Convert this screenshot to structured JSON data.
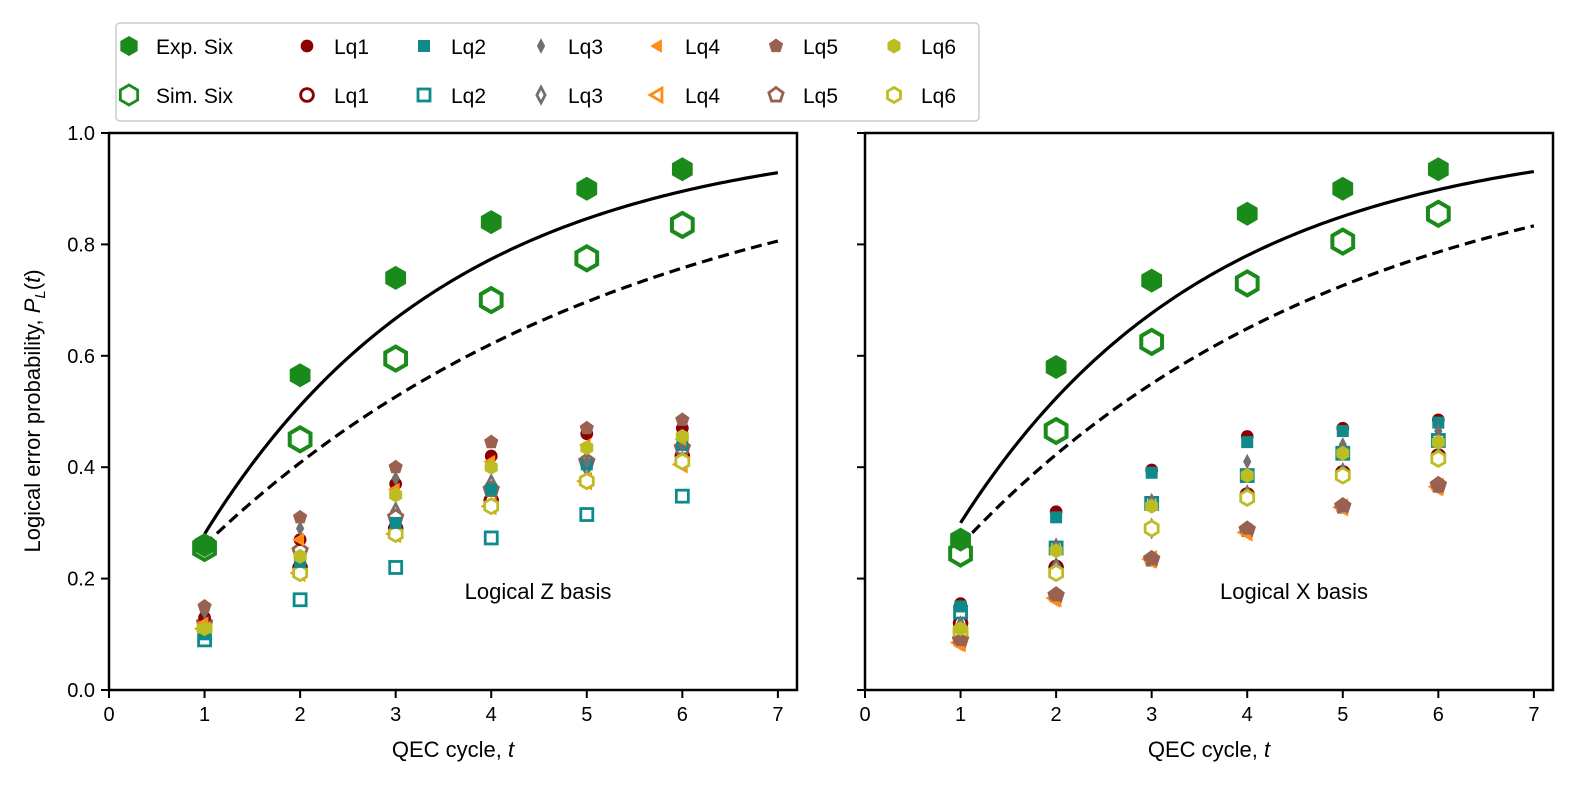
{
  "legend": {
    "location": "upper-left-outside",
    "entries": [
      {
        "label": "Exp. Six",
        "marker": "hexagon",
        "fill": "filled",
        "color": "#1a8a1a"
      },
      {
        "label": "Lq1",
        "marker": "circle",
        "fill": "filled",
        "color": "#8b0000"
      },
      {
        "label": "Lq2",
        "marker": "square",
        "fill": "filled",
        "color": "#0e8a8a"
      },
      {
        "label": "Lq3",
        "marker": "thin-diamond",
        "fill": "filled",
        "color": "#707070"
      },
      {
        "label": "Lq4",
        "marker": "triangle-left",
        "fill": "filled",
        "color": "#ff8c1a"
      },
      {
        "label": "Lq5",
        "marker": "pentagon",
        "fill": "filled",
        "color": "#9a6050"
      },
      {
        "label": "Lq6",
        "marker": "hexagon",
        "fill": "filled",
        "color": "#bcbd22"
      },
      {
        "label": "Sim. Six",
        "marker": "hexagon",
        "fill": "open",
        "color": "#1a8a1a"
      },
      {
        "label": "Lq1",
        "marker": "circle",
        "fill": "open",
        "color": "#8b0000"
      },
      {
        "label": "Lq2",
        "marker": "square",
        "fill": "open",
        "color": "#0e8a8a"
      },
      {
        "label": "Lq3",
        "marker": "thin-diamond",
        "fill": "open",
        "color": "#707070"
      },
      {
        "label": "Lq4",
        "marker": "triangle-left",
        "fill": "open",
        "color": "#ff8c1a"
      },
      {
        "label": "Lq5",
        "marker": "pentagon",
        "fill": "open",
        "color": "#9a6050"
      },
      {
        "label": "Lq6",
        "marker": "hexagon",
        "fill": "open",
        "color": "#bcbd22"
      }
    ]
  },
  "chart_data": [
    {
      "type": "scatter",
      "annotation": "Logical Z basis",
      "xlabel": "QEC cycle, t",
      "ylabel": "Logical error probability, P_L(t)",
      "xlim": [
        0,
        7.2
      ],
      "ylim": [
        0,
        1.0
      ],
      "xticks": [
        0,
        1,
        2,
        3,
        4,
        5,
        6,
        7
      ],
      "yticks": [
        0.0,
        0.2,
        0.4,
        0.6,
        0.8,
        1.0
      ],
      "ytick_labels": [
        "0.0",
        "0.2",
        "0.4",
        "0.6",
        "0.8",
        "1.0"
      ],
      "grid": false,
      "x": [
        1,
        2,
        3,
        4,
        5,
        6
      ],
      "series": [
        {
          "name": "Exp. Six",
          "marker": "hexagon",
          "fill": "filled",
          "color": "#1a8a1a",
          "size": 12,
          "values": [
            0.26,
            0.565,
            0.74,
            0.84,
            0.9,
            0.935
          ]
        },
        {
          "name": "Sim. Six",
          "marker": "hexagon",
          "fill": "open",
          "color": "#1a8a1a",
          "size": 12,
          "values": [
            0.255,
            0.45,
            0.595,
            0.7,
            0.775,
            0.835
          ]
        },
        {
          "name": "Lq1",
          "marker": "circle",
          "fill": "filled",
          "color": "#8b0000",
          "values": [
            0.13,
            0.27,
            0.37,
            0.42,
            0.46,
            0.47
          ]
        },
        {
          "name": "Lq1",
          "marker": "circle",
          "fill": "open",
          "color": "#8b0000",
          "values": [
            0.12,
            0.22,
            0.29,
            0.34,
            0.375,
            0.42
          ]
        },
        {
          "name": "Lq2",
          "marker": "square",
          "fill": "filled",
          "color": "#0e8a8a",
          "values": [
            0.1,
            0.23,
            0.3,
            0.36,
            0.405,
            0.44
          ]
        },
        {
          "name": "Lq2",
          "marker": "square",
          "fill": "open",
          "color": "#0e8a8a",
          "values": [
            0.09,
            0.162,
            0.22,
            0.273,
            0.315,
            0.348
          ]
        },
        {
          "name": "Lq3",
          "marker": "thin-diamond",
          "fill": "filled",
          "color": "#707070",
          "values": [
            0.14,
            0.29,
            0.38,
            0.4,
            0.41,
            0.44
          ]
        },
        {
          "name": "Lq3",
          "marker": "thin-diamond",
          "fill": "open",
          "color": "#707070",
          "values": [
            0.12,
            0.24,
            0.32,
            0.37,
            0.4,
            0.42
          ]
        },
        {
          "name": "Lq4",
          "marker": "triangle-left",
          "fill": "filled",
          "color": "#ff8c1a",
          "values": [
            0.12,
            0.27,
            0.36,
            0.41,
            0.44,
            0.45
          ]
        },
        {
          "name": "Lq4",
          "marker": "triangle-left",
          "fill": "open",
          "color": "#ff8c1a",
          "values": [
            0.11,
            0.21,
            0.28,
            0.33,
            0.375,
            0.405
          ]
        },
        {
          "name": "Lq5",
          "marker": "pentagon",
          "fill": "filled",
          "color": "#9a6050",
          "values": [
            0.15,
            0.31,
            0.4,
            0.445,
            0.47,
            0.485
          ]
        },
        {
          "name": "Lq5",
          "marker": "pentagon",
          "fill": "open",
          "color": "#9a6050",
          "values": [
            0.12,
            0.25,
            0.31,
            0.36,
            0.41,
            0.435
          ]
        },
        {
          "name": "Lq6",
          "marker": "hexagon",
          "fill": "filled",
          "color": "#bcbd22",
          "values": [
            0.11,
            0.24,
            0.35,
            0.4,
            0.435,
            0.455
          ]
        },
        {
          "name": "Lq6",
          "marker": "hexagon",
          "fill": "open",
          "color": "#bcbd22",
          "values": [
            0.11,
            0.21,
            0.28,
            0.33,
            0.375,
            0.41
          ]
        }
      ],
      "fits": [
        {
          "of": "Exp. Six",
          "style": "solid",
          "color": "#000000",
          "x_range": [
            1,
            7
          ],
          "p0": 0.28,
          "r": 0.68
        },
        {
          "of": "Sim. Six",
          "style": "dashed",
          "color": "#000000",
          "x_range": [
            1,
            7
          ],
          "p0": 0.26,
          "r": 0.8
        }
      ]
    },
    {
      "type": "scatter",
      "annotation": "Logical X basis",
      "xlabel": "QEC cycle, t",
      "ylabel": "",
      "xlim": [
        0,
        7.2
      ],
      "ylim": [
        0,
        1.0
      ],
      "xticks": [
        0,
        1,
        2,
        3,
        4,
        5,
        6,
        7
      ],
      "yticks": [
        0.0,
        0.2,
        0.4,
        0.6,
        0.8,
        1.0
      ],
      "ytick_labels": [],
      "grid": false,
      "x": [
        1,
        2,
        3,
        4,
        5,
        6
      ],
      "series": [
        {
          "name": "Exp. Six",
          "marker": "hexagon",
          "fill": "filled",
          "color": "#1a8a1a",
          "size": 12,
          "values": [
            0.27,
            0.58,
            0.735,
            0.855,
            0.9,
            0.935
          ]
        },
        {
          "name": "Sim. Six",
          "marker": "hexagon",
          "fill": "open",
          "color": "#1a8a1a",
          "size": 12,
          "values": [
            0.245,
            0.465,
            0.625,
            0.73,
            0.805,
            0.855
          ]
        },
        {
          "name": "Lq1",
          "marker": "circle",
          "fill": "filled",
          "color": "#8b0000",
          "values": [
            0.155,
            0.32,
            0.395,
            0.455,
            0.47,
            0.485
          ]
        },
        {
          "name": "Lq1",
          "marker": "circle",
          "fill": "open",
          "color": "#8b0000",
          "values": [
            0.12,
            0.22,
            0.29,
            0.35,
            0.39,
            0.42
          ]
        },
        {
          "name": "Lq2",
          "marker": "square",
          "fill": "filled",
          "color": "#0e8a8a",
          "values": [
            0.15,
            0.31,
            0.39,
            0.445,
            0.465,
            0.48
          ]
        },
        {
          "name": "Lq2",
          "marker": "square",
          "fill": "open",
          "color": "#0e8a8a",
          "values": [
            0.14,
            0.255,
            0.335,
            0.385,
            0.425,
            0.448
          ]
        },
        {
          "name": "Lq3",
          "marker": "thin-diamond",
          "fill": "filled",
          "color": "#707070",
          "values": [
            0.12,
            0.26,
            0.34,
            0.41,
            0.44,
            0.465
          ]
        },
        {
          "name": "Lq3",
          "marker": "thin-diamond",
          "fill": "open",
          "color": "#707070",
          "values": [
            0.1,
            0.22,
            0.29,
            0.35,
            0.39,
            0.42
          ]
        },
        {
          "name": "Lq4",
          "marker": "triangle-left",
          "fill": "filled",
          "color": "#ff8c1a",
          "values": [
            0.08,
            0.16,
            0.23,
            0.28,
            0.325,
            0.36
          ]
        },
        {
          "name": "Lq4",
          "marker": "triangle-left",
          "fill": "open",
          "color": "#ff8c1a",
          "values": [
            0.085,
            0.165,
            0.235,
            0.283,
            0.328,
            0.365
          ]
        },
        {
          "name": "Lq5",
          "marker": "pentagon",
          "fill": "filled",
          "color": "#9a6050",
          "values": [
            0.09,
            0.17,
            0.235,
            0.29,
            0.33,
            0.365
          ]
        },
        {
          "name": "Lq5",
          "marker": "pentagon",
          "fill": "open",
          "color": "#9a6050",
          "values": [
            0.09,
            0.17,
            0.235,
            0.288,
            0.33,
            0.368
          ]
        },
        {
          "name": "Lq6",
          "marker": "hexagon",
          "fill": "filled",
          "color": "#bcbd22",
          "values": [
            0.11,
            0.25,
            0.33,
            0.385,
            0.425,
            0.445
          ]
        },
        {
          "name": "Lq6",
          "marker": "hexagon",
          "fill": "open",
          "color": "#bcbd22",
          "values": [
            0.105,
            0.21,
            0.29,
            0.345,
            0.385,
            0.415
          ]
        }
      ],
      "fits": [
        {
          "of": "Exp. Six",
          "style": "solid",
          "color": "#000000",
          "x_range": [
            1,
            7
          ],
          "p0": 0.3,
          "r": 0.68
        },
        {
          "of": "Sim. Six",
          "style": "dashed",
          "color": "#000000",
          "x_range": [
            1,
            7
          ],
          "p0": 0.26,
          "r": 0.78
        }
      ]
    }
  ]
}
